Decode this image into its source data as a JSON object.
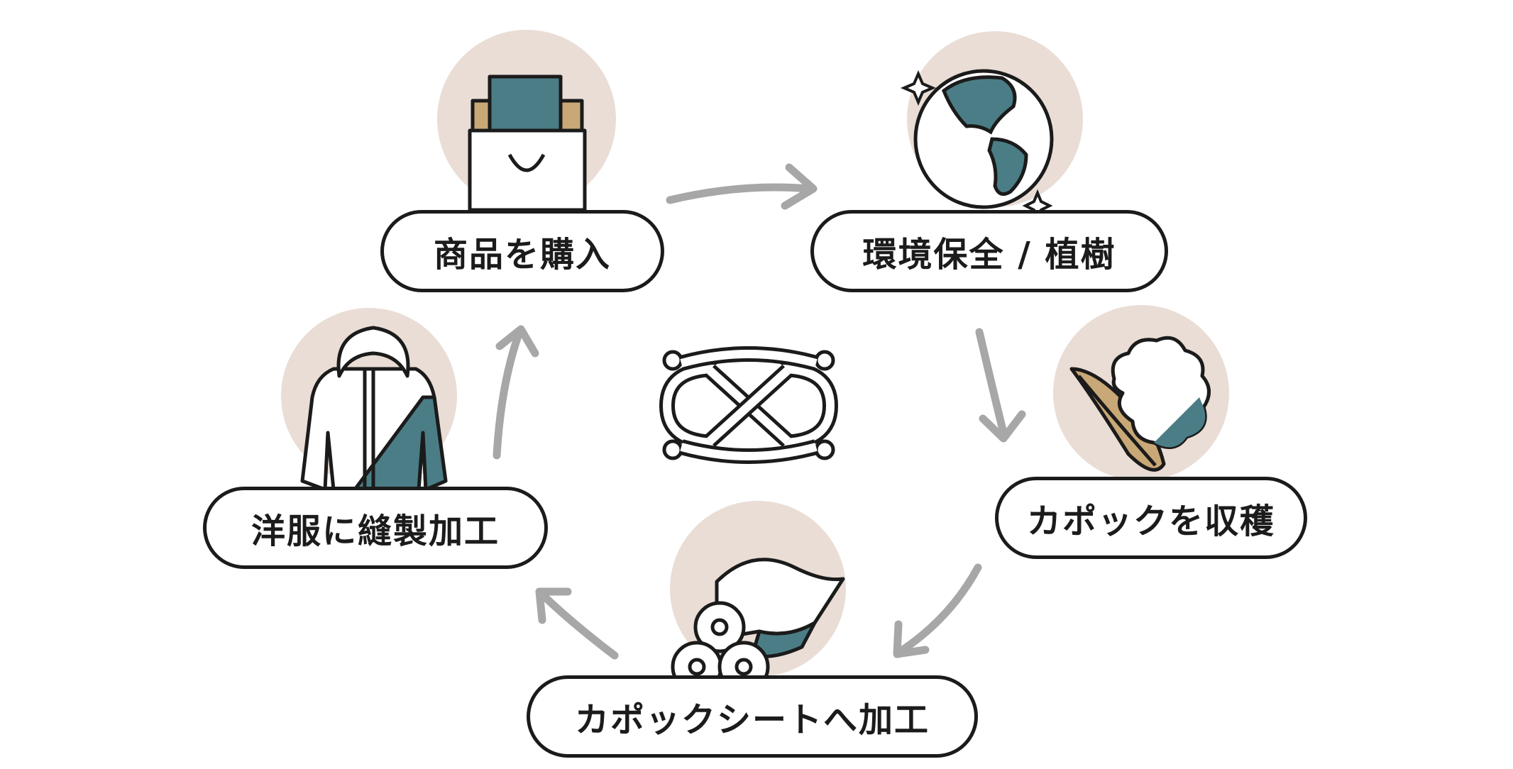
{
  "steps": [
    {
      "id": "purchase",
      "label": "商品を購入",
      "icon": "shopping-bag-icon"
    },
    {
      "id": "env",
      "label": "環境保全 / 植樹",
      "icon": "globe-icon"
    },
    {
      "id": "harvest",
      "label": "カポックを収穫",
      "icon": "kapok-pod-icon"
    },
    {
      "id": "sheet",
      "label": "カポックシートへ加工",
      "icon": "kapok-sheet-roll-icon"
    },
    {
      "id": "sew",
      "label": "洋服に縫製加工",
      "icon": "jacket-icon"
    }
  ],
  "center_icon": "knot-icon",
  "colors": {
    "accent": "#4b7d86",
    "circle": "#e9ddd6",
    "outline": "#1b1b1b",
    "arrow": "#a7a7a7",
    "pod": "#c9a877"
  }
}
